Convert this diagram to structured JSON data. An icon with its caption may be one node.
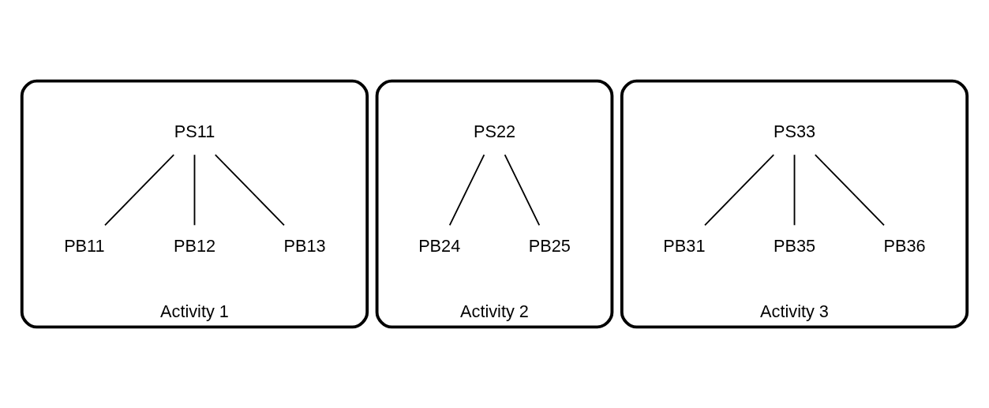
{
  "diagram": {
    "nodes": [
      {
        "text": [
          "Activity 1"
        ]
      },
      {
        "text": [
          "PS11"
        ],
        "in": 0
      },
      {
        "text": [
          "PB11"
        ],
        "in": 0
      },
      {
        "text": [
          "PB12"
        ],
        "in": 0
      },
      {
        "text": [
          "PB13"
        ],
        "in": 0
      },
      {
        "text": [
          "Activity 2"
        ]
      },
      {
        "text": [
          "PS22"
        ],
        "in": 5
      },
      {
        "text": [
          "PB24"
        ],
        "in": 5
      },
      {
        "text": [
          "PB25"
        ],
        "in": 5
      },
      {
        "text": [
          "Activity 3"
        ]
      },
      {
        "text": [
          "PS33"
        ],
        "in": 9
      },
      {
        "text": [
          "PB31"
        ],
        "in": 9
      },
      {
        "text": [
          "PB35"
        ],
        "in": 9
      },
      {
        "text": [
          "PB36"
        ],
        "in": 9
      }
    ],
    "edges": [
      {
        "from": 1,
        "to": 2,
        "arrow": "none"
      },
      {
        "from": 1,
        "to": 3,
        "arrow": "none"
      },
      {
        "from": 1,
        "to": 4,
        "arrow": "none"
      },
      {
        "from": 6,
        "to": 7,
        "arrow": "none"
      },
      {
        "from": 6,
        "to": 8,
        "arrow": "none"
      },
      {
        "from": 10,
        "to": 11,
        "arrow": "none"
      },
      {
        "from": 10,
        "to": 12,
        "arrow": "none"
      },
      {
        "from": 10,
        "to": 13,
        "arrow": "none"
      }
    ]
  }
}
